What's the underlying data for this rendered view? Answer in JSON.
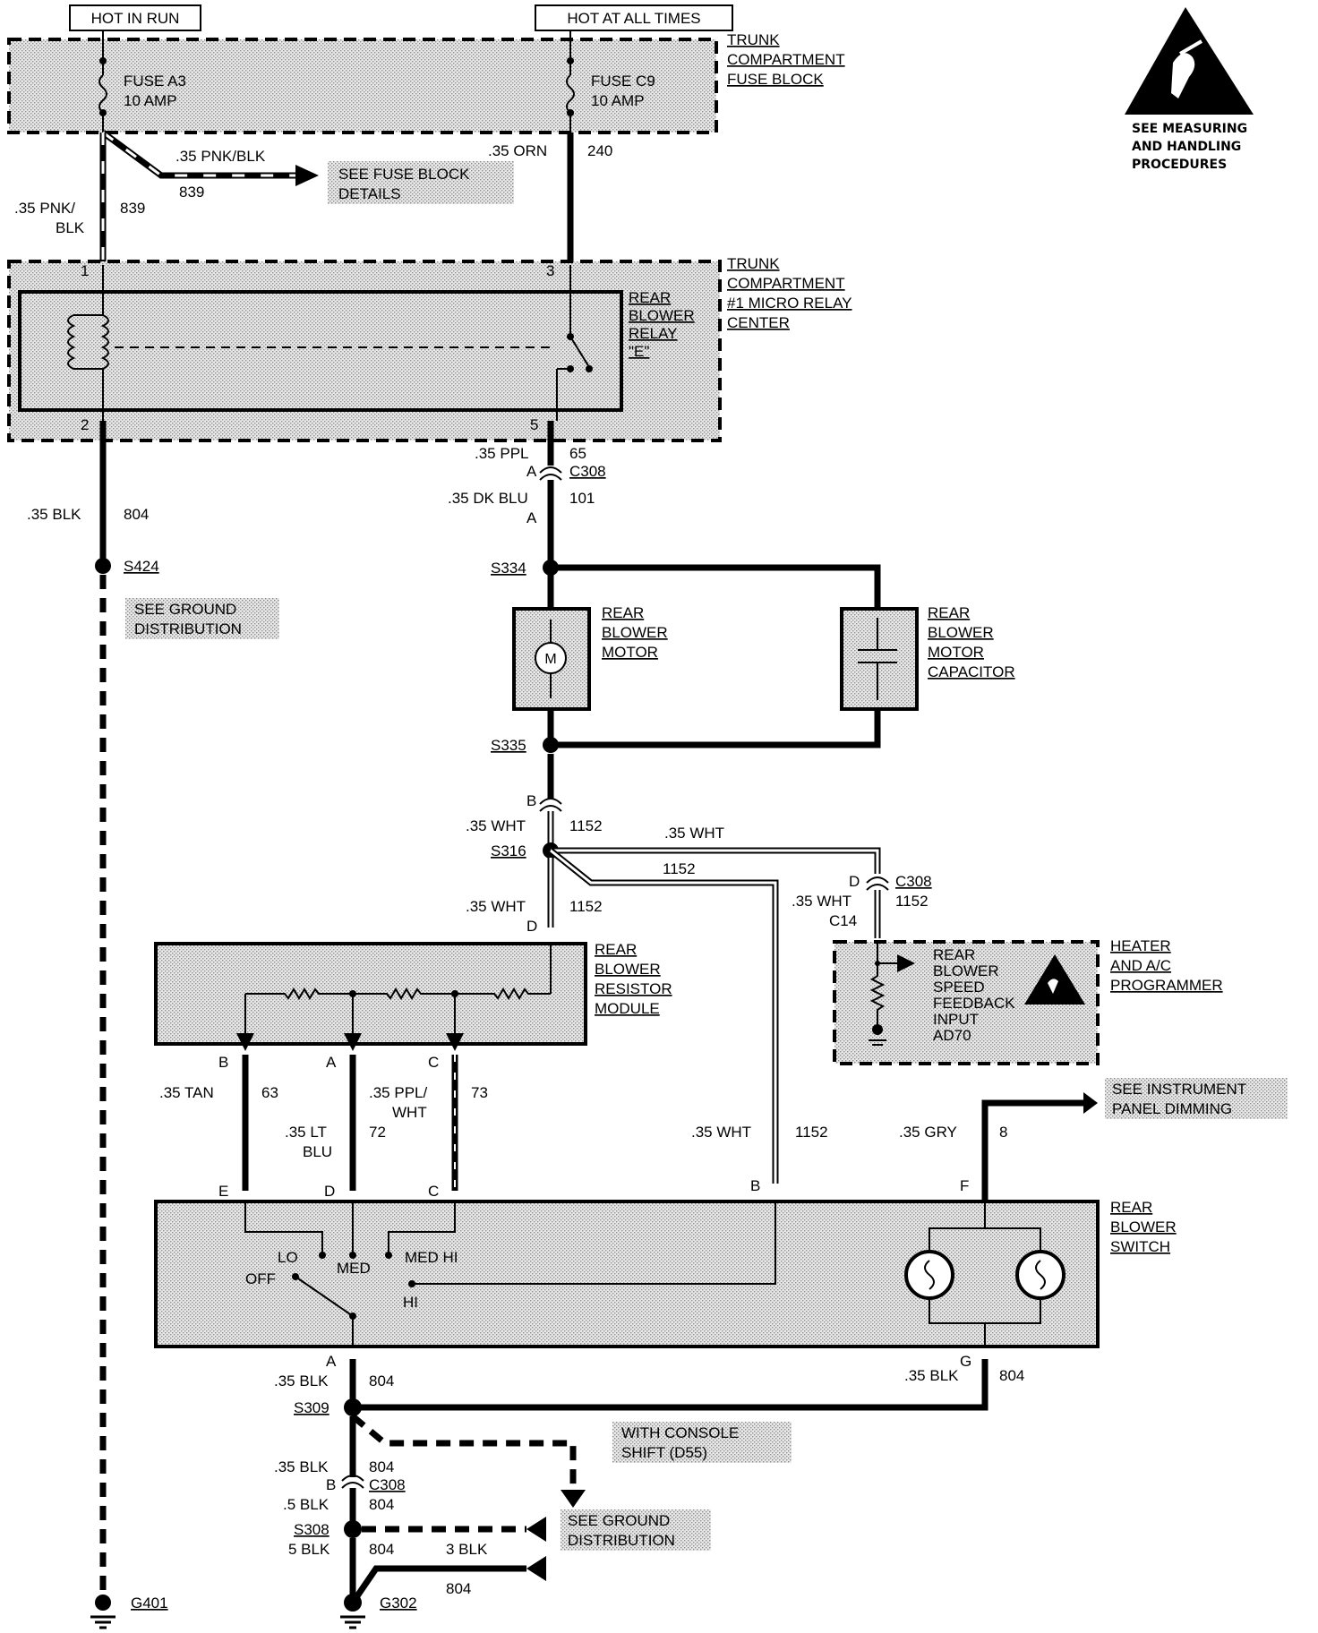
{
  "top_labels": {
    "hot_in_run": "HOT IN RUN",
    "hot_at_all_times": "HOT AT ALL TIMES"
  },
  "esd_notice": [
    "SEE MEASURING",
    "AND HANDLING",
    "PROCEDURES"
  ],
  "fuse_block": {
    "title": [
      "TRUNK",
      "COMPARTMENT",
      "FUSE BLOCK"
    ],
    "fuse_a3": [
      "FUSE A3",
      "10 AMP"
    ],
    "fuse_c9": [
      "FUSE C9",
      "10 AMP"
    ]
  },
  "fuse_details": {
    "wire": ".35 PNK/BLK",
    "circuit": "839",
    "note": [
      "SEE FUSE BLOCK",
      "DETAILS"
    ]
  },
  "wire_839": {
    "color": [
      ".35 PNK/",
      "BLK"
    ],
    "circuit": "839"
  },
  "wire_240": {
    "color": ".35 ORN",
    "circuit": "240"
  },
  "relay_center": {
    "title": [
      "TRUNK",
      "COMPARTMENT",
      "#1 MICRO RELAY",
      "CENTER"
    ],
    "relay": [
      "REAR",
      "BLOWER",
      "RELAY",
      "\"E\""
    ],
    "pins": {
      "p1": "1",
      "p2": "2",
      "p3": "3",
      "p5": "5"
    }
  },
  "wire_804_top": {
    "color": ".35 BLK",
    "circuit": "804"
  },
  "wire_65": {
    "color": ".35 PPL",
    "circuit": "65"
  },
  "c308_a": {
    "pin": "A",
    "name": "C308",
    "pin2": "A"
  },
  "wire_101": {
    "color": ".35 DK BLU",
    "circuit": "101"
  },
  "splices": {
    "s424": "S424",
    "s334": "S334",
    "s335": "S335",
    "s316": "S316",
    "s309": "S309",
    "s308": "S308"
  },
  "ground_note_top": [
    "SEE GROUND",
    "DISTRIBUTION"
  ],
  "blower_motor": {
    "title": [
      "REAR",
      "BLOWER",
      "MOTOR"
    ],
    "symbol": "M"
  },
  "capacitor": {
    "title": [
      "REAR",
      "BLOWER",
      "MOTOR",
      "CAPACITOR"
    ]
  },
  "c308_b": {
    "pin": "B"
  },
  "wire_1152_a": {
    "color": ".35 WHT",
    "circuit": "1152"
  },
  "wire_1152_b": {
    "color": ".35 WHT",
    "circuit": "1152"
  },
  "wire_1152_c": {
    "color": ".35 WHT",
    "circuit": "1152",
    "pin": "D"
  },
  "wire_1152_d": {
    "pin": "D",
    "name": "C308",
    "color": ".35 WHT",
    "circuit": "1152",
    "pin2": "C14"
  },
  "programmer": {
    "title": [
      "HEATER",
      "AND A/C",
      "PROGRAMMER"
    ],
    "input": [
      "REAR",
      "BLOWER",
      "SPEED",
      "FEEDBACK",
      "INPUT",
      "AD70"
    ]
  },
  "resistor_module": {
    "title": [
      "REAR",
      "BLOWER",
      "RESISTOR",
      "MODULE"
    ],
    "pins": [
      "B",
      "A",
      "C"
    ]
  },
  "wire_63": {
    "color": ".35 TAN",
    "circuit": "63",
    "pin": "E"
  },
  "wire_72": {
    "color": [
      ".35 LT",
      "BLU"
    ],
    "circuit": "72",
    "pin": "D"
  },
  "wire_73": {
    "color": [
      ".35 PPL/",
      "WHT"
    ],
    "circuit": "73",
    "pin": "C"
  },
  "wire_1152_e": {
    "color": ".35 WHT",
    "circuit": "1152",
    "pin": "B"
  },
  "wire_8": {
    "color": ".35 GRY",
    "circuit": "8",
    "pin": "F",
    "note": [
      "SEE INSTRUMENT",
      "PANEL DIMMING"
    ]
  },
  "blower_switch": {
    "title": [
      "REAR",
      "BLOWER",
      "SWITCH"
    ],
    "positions": {
      "lo": "LO",
      "med": "MED",
      "medhi": "MED HI",
      "off": "OFF",
      "hi": "HI"
    }
  },
  "wire_804_a": {
    "pin": "A",
    "color": ".35 BLK",
    "circuit": "804"
  },
  "wire_804_g": {
    "pin": "G",
    "color": ".35 BLK",
    "circuit": "804"
  },
  "console_note": [
    "WITH CONSOLE",
    "SHIFT (D55)"
  ],
  "wire_804_b": {
    "color": ".35 BLK",
    "circuit": "804",
    "pin": "B",
    "name": "C308"
  },
  "wire_804_c": {
    "color": ".5 BLK",
    "circuit": "804"
  },
  "ground_note_bottom": [
    "SEE GROUND",
    "DISTRIBUTION"
  ],
  "wire_804_d": {
    "color": "5 BLK",
    "circuit": "804"
  },
  "wire_3blk": {
    "color": "3 BLK",
    "circuit": "804"
  },
  "grounds": {
    "g401": "G401",
    "g302": "G302"
  }
}
